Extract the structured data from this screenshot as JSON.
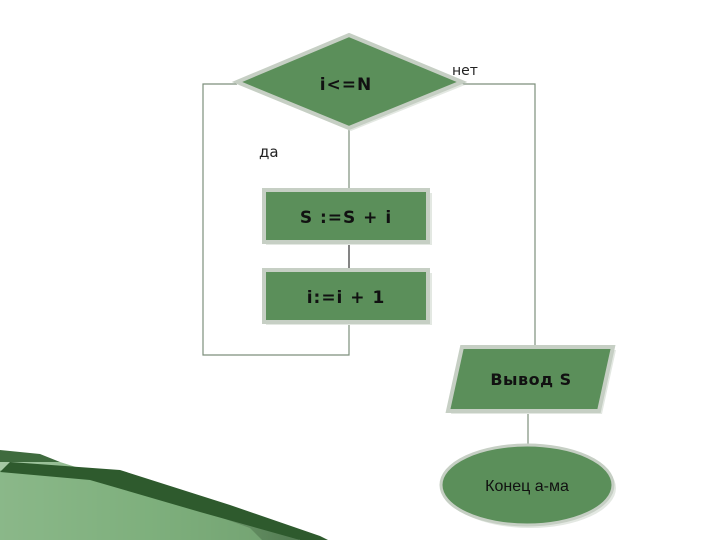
{
  "flowchart": {
    "condition": "i<=N",
    "label_no": "нет",
    "label_yes": "да",
    "step1": "S :=S + i",
    "step2": "i:=i + 1",
    "output": "Вывод S",
    "end": "Конец а-ма"
  },
  "colors": {
    "shape_fill": "#5b8f5a",
    "shape_border": "#c6cfc4",
    "shape_shadow": "#e3e8e2",
    "line": "#7d8f7c",
    "decor_stripe": "#3f6b3e"
  }
}
